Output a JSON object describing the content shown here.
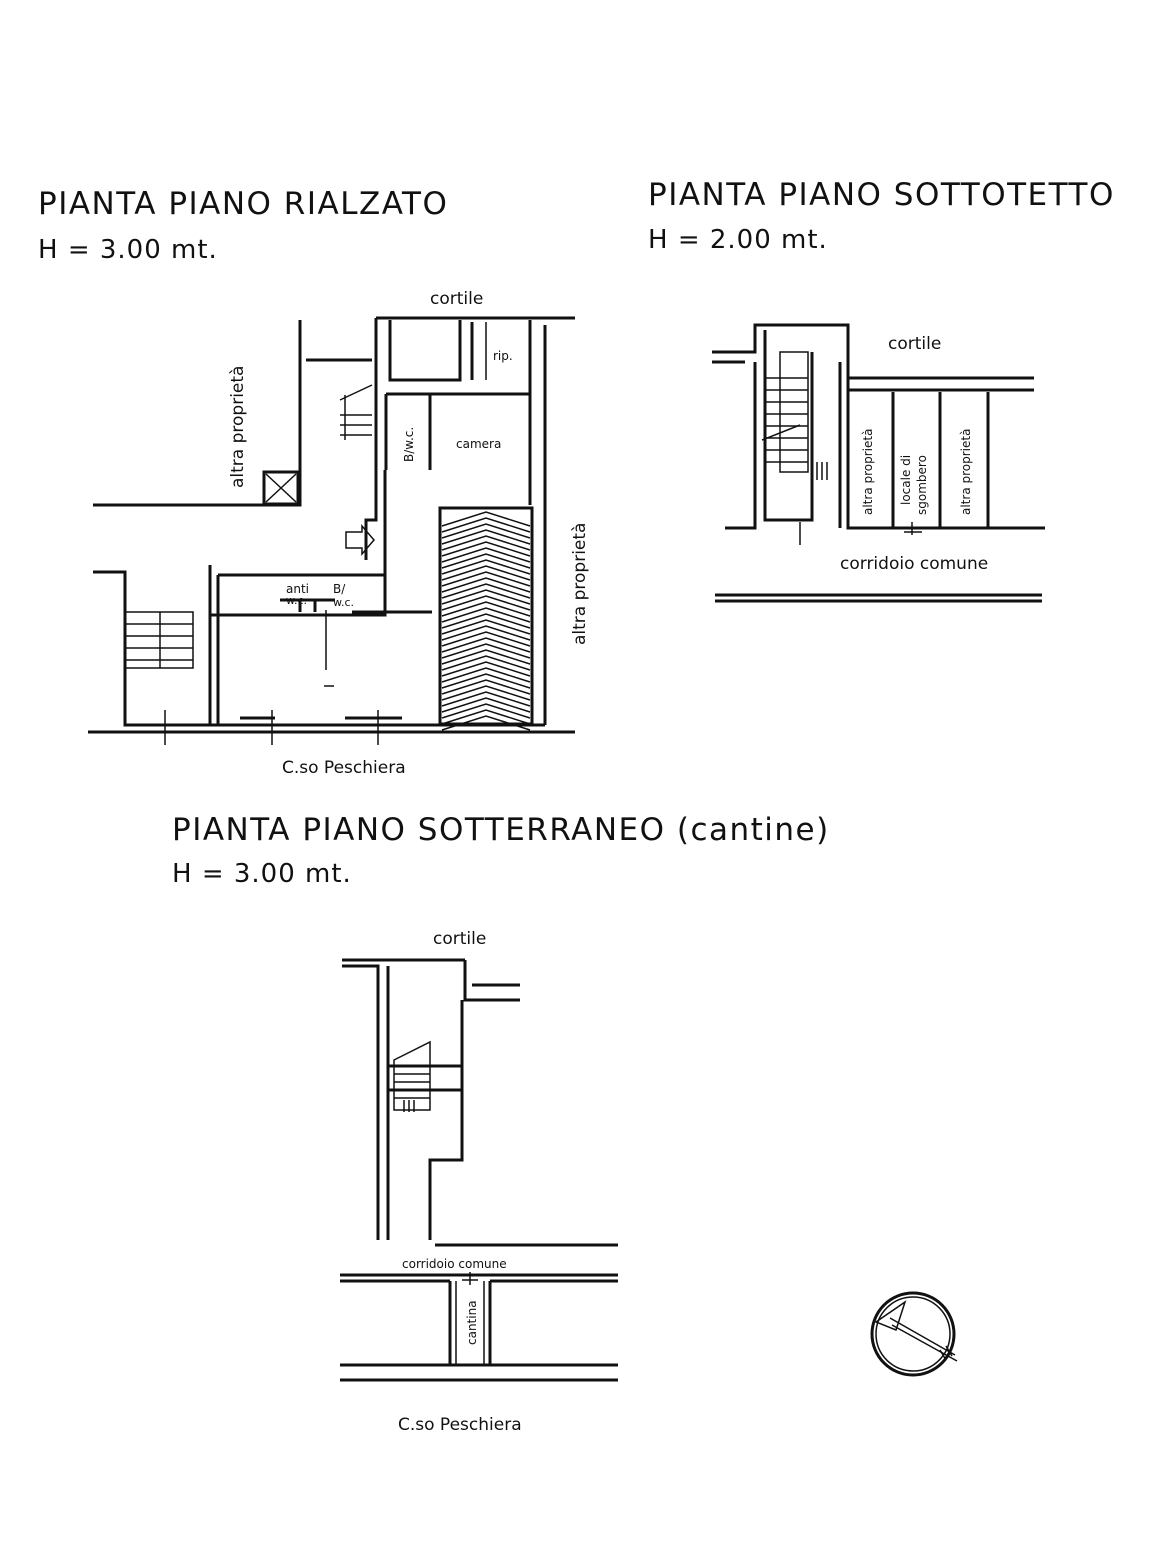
{
  "plans": {
    "rialzato": {
      "title": "PIANTA PIANO RIALZATO",
      "height": "H = 3.00 mt.",
      "labels": {
        "cortile": "cortile",
        "altra_left": "altra proprietà",
        "altra_right": "altra proprietà",
        "rip": "rip.",
        "bwc_top": "B/w.c.",
        "camera": "camera",
        "anti": "anti",
        "anti_wc": "w.c.",
        "bwc_b": "B/",
        "bwc_wc": "w.c.",
        "street": "C.so Peschiera"
      }
    },
    "sottotetto": {
      "title": "PIANTA PIANO SOTTOTETTO",
      "height": "H = 2.00 mt.",
      "labels": {
        "cortile": "cortile",
        "altra_1": "altra proprietà",
        "locale_1": "locale di",
        "locale_2": "sgombero",
        "altra_2": "altra proprietà",
        "corridoio": "corridoio comune"
      }
    },
    "sotterraneo": {
      "title": "PIANTA PIANO SOTTERRANEO (cantine)",
      "height": "H = 3.00 mt.",
      "labels": {
        "cortile": "cortile",
        "corridoio": "corridoio comune",
        "cantina": "cantina",
        "street": "C.so Peschiera"
      }
    }
  },
  "north_arrow": {
    "icon": "north-arrow-icon"
  }
}
